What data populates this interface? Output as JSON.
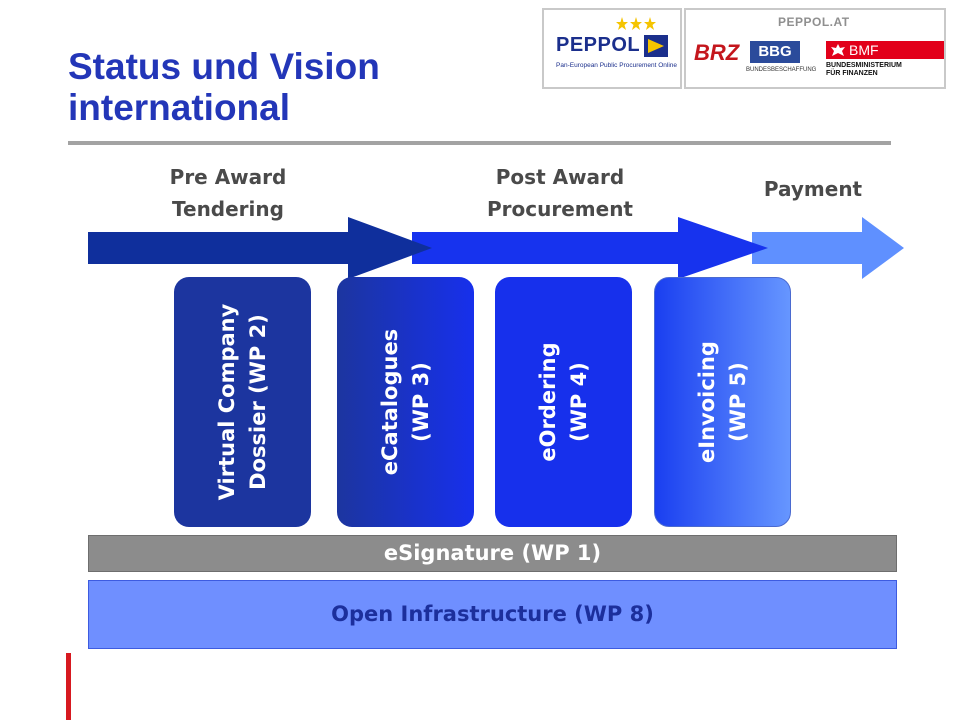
{
  "title": {
    "line1": "Status und Vision",
    "line2": "international"
  },
  "logos": {
    "peppol": {
      "name": "PEPPOL",
      "tagline": "Pan-European Public Procurement Online"
    },
    "peppol_at": {
      "name": "PEPPOL.AT",
      "brz": "BRZ",
      "bbg": "BBG",
      "bbg_sub": "BUNDESBESCHAFFUNG",
      "bmf": "BMF",
      "bmf_sub": "BUNDESMINISTERIUM\nFÜR FINANZEN"
    }
  },
  "phases": {
    "pre_award": {
      "line1": "Pre Award",
      "line2": "Tendering"
    },
    "post_award": {
      "line1": "Post Award",
      "line2": "Procurement"
    },
    "payment": "Payment"
  },
  "work_packages": [
    {
      "line1": "Virtual Company",
      "line2": "Dossier (WP 2)"
    },
    {
      "line1": "eCatalogues",
      "line2": "(WP 3)"
    },
    {
      "line1": "eOrdering",
      "line2": "(WP 4)"
    },
    {
      "line1": "eInvoicing",
      "line2": "(WP 5)"
    }
  ],
  "bars": {
    "esignature": "eSignature (WP 1)",
    "infrastructure": "Open Infrastructure (WP 8)"
  },
  "colors": {
    "title": "#2336b8",
    "arrow_pre": "#0f2f9c",
    "arrow_post": "#1733ee",
    "arrow_pay": "#5f90ff",
    "accent_red": "#d71920"
  }
}
